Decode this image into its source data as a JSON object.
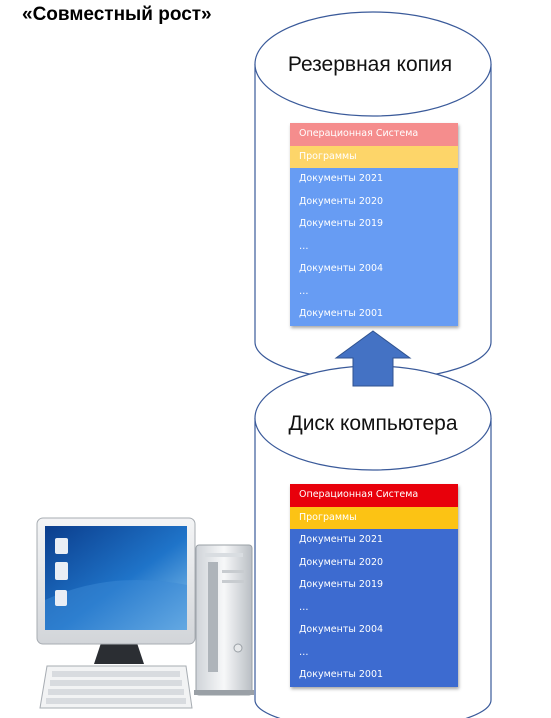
{
  "title": "«Совместный рост»",
  "backup": {
    "label": "Резервная копия",
    "rows": [
      {
        "text": "Операционная Система",
        "kind": "os"
      },
      {
        "text": "Программы",
        "kind": "prog"
      },
      {
        "text": "Документы 2021",
        "kind": "doc"
      },
      {
        "text": "Документы 2020",
        "kind": "doc"
      },
      {
        "text": "Документы 2019",
        "kind": "doc"
      },
      {
        "text": "…",
        "kind": "doc"
      },
      {
        "text": "Документы 2004",
        "kind": "doc"
      },
      {
        "text": "…",
        "kind": "doc"
      },
      {
        "text": "Документы 2001",
        "kind": "doc"
      }
    ]
  },
  "disk": {
    "label": "Диск компьютера",
    "rows": [
      {
        "text": "Операционная Система",
        "kind": "os"
      },
      {
        "text": "Программы",
        "kind": "prog"
      },
      {
        "text": "Документы 2021",
        "kind": "doc"
      },
      {
        "text": "Документы 2020",
        "kind": "doc"
      },
      {
        "text": "Документы 2019",
        "kind": "doc"
      },
      {
        "text": "…",
        "kind": "doc"
      },
      {
        "text": "Документы 2004",
        "kind": "doc"
      },
      {
        "text": "…",
        "kind": "doc"
      },
      {
        "text": "Документы 2001",
        "kind": "doc"
      }
    ]
  },
  "colors": {
    "cylinder_stroke": "#3a5a9a",
    "arrow": "#4472c4",
    "backup_os": "#f58d8d",
    "backup_programs": "#fdd569",
    "backup_documents": "#679cf3",
    "disk_os": "#e8000b",
    "disk_programs": "#fcc314",
    "disk_documents": "#3d6bd0"
  },
  "icons": [
    "desktop-computer-icon",
    "up-arrow-icon"
  ]
}
